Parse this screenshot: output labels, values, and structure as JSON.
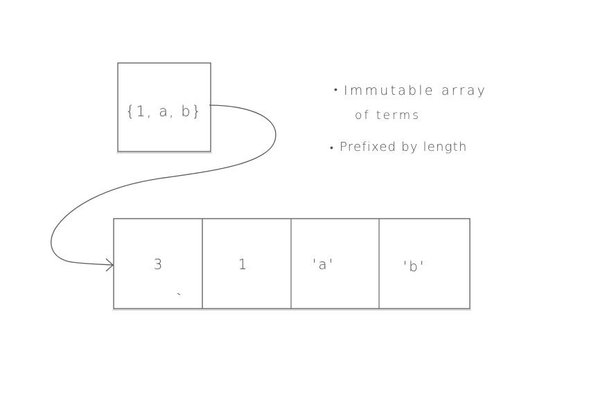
{
  "tuple_box": {
    "label": "{1, a, b}"
  },
  "notes": [
    {
      "bullet": "•",
      "line1": "Immutable array",
      "line2": "of terms"
    },
    {
      "bullet": "•",
      "line1": "Prefixed by length",
      "line2": ""
    }
  ],
  "array_cells": [
    "3",
    "1",
    "'a'",
    "'b'"
  ],
  "colors": {
    "ink": "#4d4d4d",
    "paper": "#ffffff"
  }
}
